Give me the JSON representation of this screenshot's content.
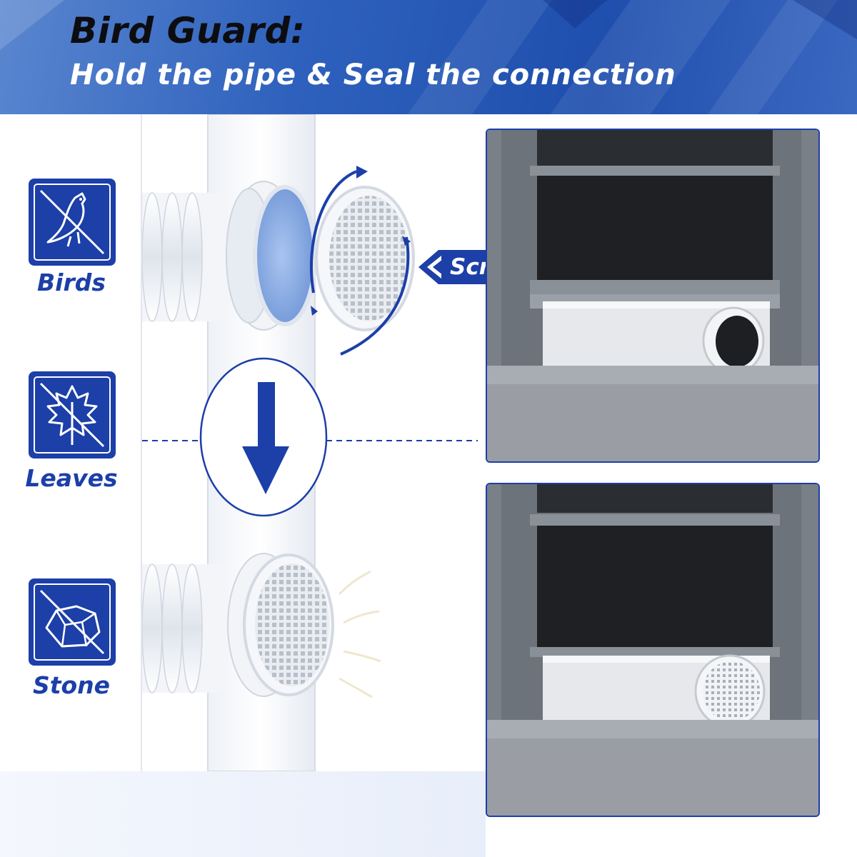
{
  "header": {
    "title": "Bird Guard:",
    "subtitle": "Hold the pipe & Seal the connection"
  },
  "features": [
    {
      "label": "Birds",
      "icon": "no-bird-icon"
    },
    {
      "label": "Leaves",
      "icon": "no-leaf-icon"
    },
    {
      "label": "Stone",
      "icon": "no-stone-icon"
    }
  ],
  "callout": {
    "label": "Screw In"
  },
  "colors": {
    "brand_blue": "#1c3fa8",
    "banner_blue": "#2e61bd",
    "window_gray": "#6d737b",
    "wall_gray": "#8f9399"
  }
}
